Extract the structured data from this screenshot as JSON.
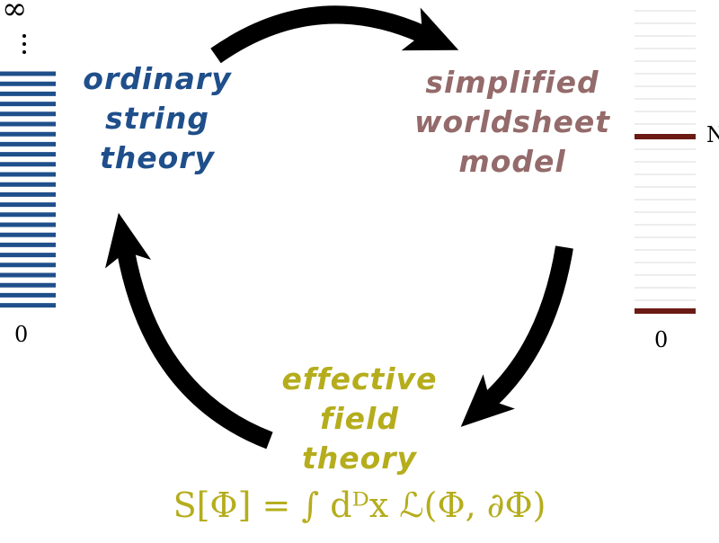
{
  "nodes": {
    "ordinary_string_theory": {
      "lines": [
        "ordinary",
        "string",
        "theory"
      ],
      "color": "#1f4f8b"
    },
    "simplified_worldsheet_model": {
      "lines": [
        "simplified",
        "worldsheet",
        "model"
      ],
      "color": "#946a6a"
    },
    "effective_field_theory": {
      "lines": [
        "effective",
        "field",
        "theory"
      ],
      "color": "#b5ad1c"
    }
  },
  "left_spectrum": {
    "top_label": "∞",
    "bottom_label": "0",
    "line_color": "#1f4f8b"
  },
  "right_spectrum": {
    "top_label": "N",
    "bottom_label": "0",
    "line_color": "#6b1a14"
  },
  "formula": "S[Φ] = ∫ dᴰx ℒ(Φ, ∂Φ)",
  "colors": {
    "arrow": "#000000"
  }
}
